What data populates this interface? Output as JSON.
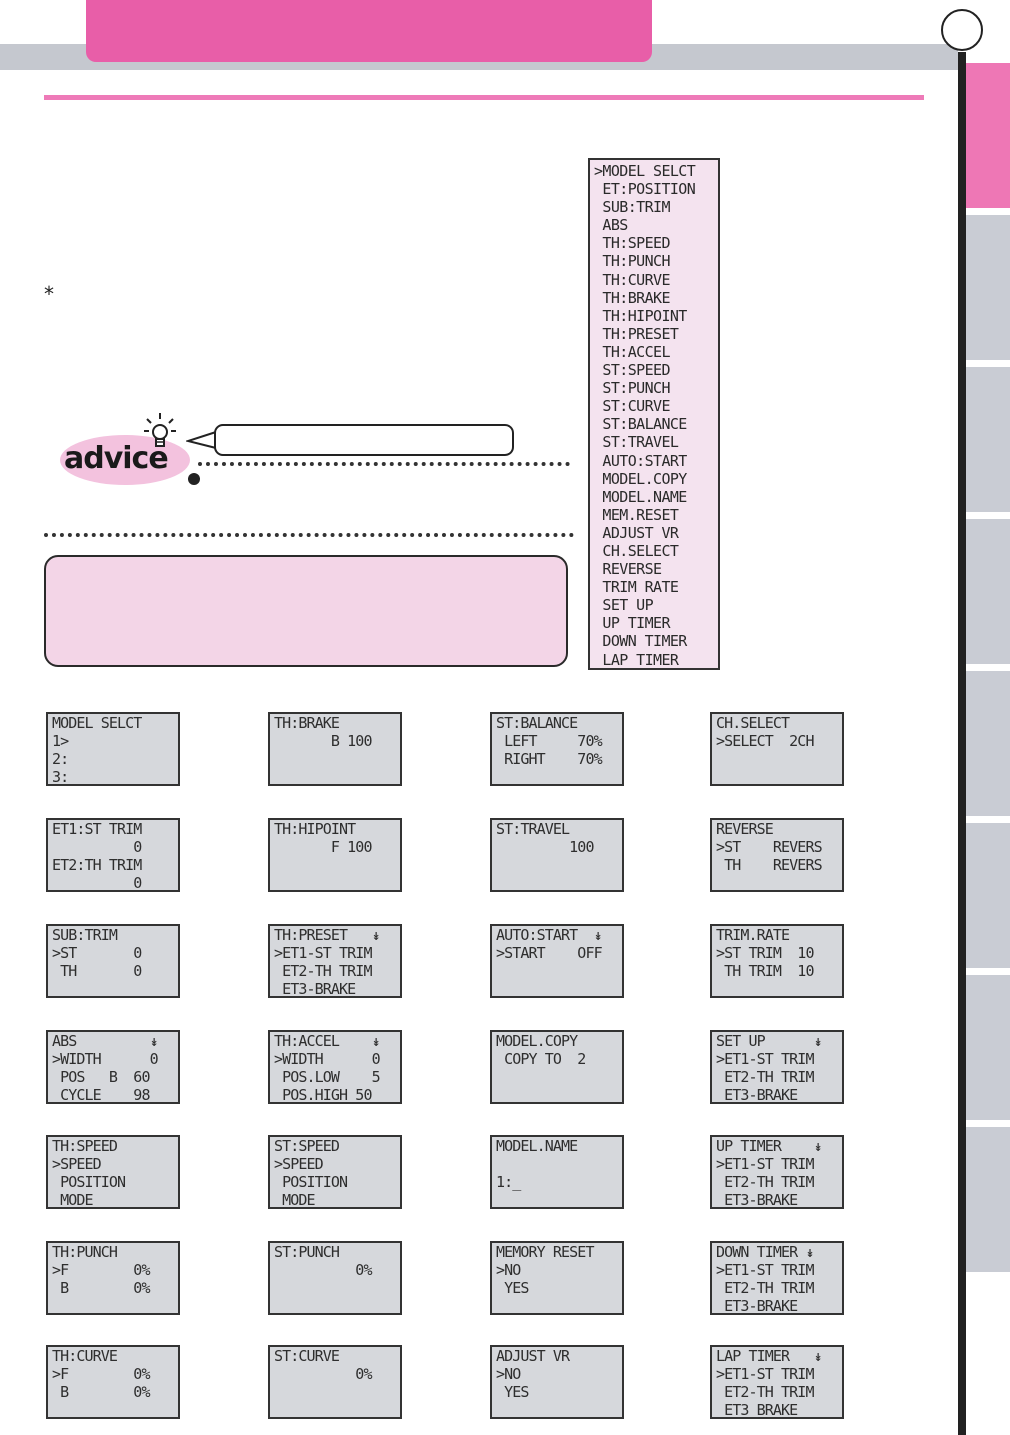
{
  "side_tabs": {
    "count": 8,
    "active_index": 0
  },
  "note_marker": "*",
  "advice": {
    "word": "advice",
    "bulb_icon": "lightbulb-icon"
  },
  "menu_list": [
    ">MODEL SELCT",
    " ET:POSITION",
    " SUB:TRIM",
    " ABS",
    " TH:SPEED",
    " TH:PUNCH",
    " TH:CURVE",
    " TH:BRAKE",
    " TH:HIPOINT",
    " TH:PRESET",
    " TH:ACCEL",
    " ST:SPEED",
    " ST:PUNCH",
    " ST:CURVE",
    " ST:BALANCE",
    " ST:TRAVEL",
    " AUTO:START",
    " MODEL.COPY",
    " MODEL.NAME",
    " MEM.RESET",
    " ADJUST VR",
    " CH.SELECT",
    " REVERSE",
    " TRIM RATE",
    " SET UP",
    " UP TIMER",
    " DOWN TIMER",
    " LAP TIMER"
  ],
  "screens": [
    {
      "name": "model-select",
      "lines": [
        "MODEL SELCT",
        "1>",
        "2:",
        "3:"
      ]
    },
    {
      "name": "et-trim",
      "lines": [
        "ET1:ST TRIM",
        "          0",
        "ET2:TH TRIM",
        "          0"
      ]
    },
    {
      "name": "sub-trim",
      "lines": [
        "SUB:TRIM",
        "&gt;ST       0",
        " TH       0",
        ""
      ]
    },
    {
      "name": "abs",
      "lines": [
        "ABS         ↡",
        ">WIDTH      0",
        " POS   B  60",
        " CYCLE    98"
      ]
    },
    {
      "name": "th-speed",
      "lines": [
        "TH:SPEED",
        ">SPEED",
        " POSITION",
        " MODE"
      ]
    },
    {
      "name": "th-punch",
      "lines": [
        "TH:PUNCH",
        ">F        0%",
        " B        0%",
        ""
      ]
    },
    {
      "name": "th-curve",
      "lines": [
        "TH:CURVE",
        ">F        0%",
        " B        0%",
        ""
      ]
    },
    {
      "name": "th-brake",
      "lines": [
        "TH:BRAKE",
        "       B 100",
        "",
        ""
      ]
    },
    {
      "name": "th-hipoint",
      "lines": [
        "TH:HIPOINT",
        "       F 100",
        "",
        ""
      ]
    },
    {
      "name": "th-preset",
      "lines": [
        "TH:PRESET   ↡",
        ">ET1-ST TRIM",
        " ET2-TH TRIM",
        " ET3-BRAKE"
      ]
    },
    {
      "name": "th-accel",
      "lines": [
        "TH:ACCEL    ↡",
        ">WIDTH      0",
        " POS.LOW    5",
        " POS.HIGH 50"
      ]
    },
    {
      "name": "st-speed",
      "lines": [
        "ST:SPEED",
        ">SPEED",
        " POSITION",
        " MODE"
      ]
    },
    {
      "name": "st-punch",
      "lines": [
        "ST:PUNCH",
        "          0%",
        "",
        ""
      ]
    },
    {
      "name": "st-curve",
      "lines": [
        "ST:CURVE",
        "          0%",
        "",
        ""
      ]
    },
    {
      "name": "st-balance",
      "lines": [
        "ST:BALANCE",
        " LEFT     70%",
        " RIGHT    70%",
        ""
      ]
    },
    {
      "name": "st-travel",
      "lines": [
        "ST:TRAVEL",
        "         100",
        "",
        ""
      ]
    },
    {
      "name": "auto-start",
      "lines": [
        "AUTO:START  ↡",
        ">START    OFF",
        "",
        ""
      ]
    },
    {
      "name": "model-copy",
      "lines": [
        "MODEL.COPY",
        " COPY TO  2",
        "",
        ""
      ]
    },
    {
      "name": "model-name",
      "lines": [
        "MODEL.NAME",
        "",
        "1:_",
        ""
      ]
    },
    {
      "name": "memory-reset",
      "lines": [
        "MEMORY RESET",
        ">NO",
        " YES",
        ""
      ]
    },
    {
      "name": "adjust-vr",
      "lines": [
        "ADJUST VR",
        ">NO",
        " YES",
        ""
      ]
    },
    {
      "name": "ch-select",
      "lines": [
        "CH.SELECT",
        ">SELECT  2CH",
        "",
        ""
      ]
    },
    {
      "name": "reverse",
      "lines": [
        "REVERSE",
        ">ST    REVERS",
        " TH    REVERS",
        ""
      ]
    },
    {
      "name": "trim-rate",
      "lines": [
        "TRIM.RATE",
        ">ST TRIM  10",
        " TH TRIM  10",
        ""
      ]
    },
    {
      "name": "set-up",
      "lines": [
        "SET UP      ↡",
        ">ET1-ST TRIM",
        " ET2-TH TRIM",
        " ET3-BRAKE"
      ]
    },
    {
      "name": "up-timer",
      "lines": [
        "UP TIMER    ↡",
        ">ET1-ST TRIM",
        " ET2-TH TRIM",
        " ET3-BRAKE"
      ]
    },
    {
      "name": "down-timer",
      "lines": [
        "DOWN TIMER ↡",
        ">ET1-ST TRIM",
        " ET2-TH TRIM",
        " ET3-BRAKE"
      ]
    },
    {
      "name": "lap-timer",
      "lines": [
        "LAP TIMER   ↡",
        ">ET1-ST TRIM",
        " ET2-TH TRIM",
        " ET3 BRAKE"
      ]
    }
  ],
  "colors": {
    "accent_pink": "#e85ea8",
    "info_box": "#f3d5e7",
    "menu_bg": "#f4e3ef",
    "lcd_bg": "#d6d8dc",
    "side_tab": "#c9ccd4"
  }
}
